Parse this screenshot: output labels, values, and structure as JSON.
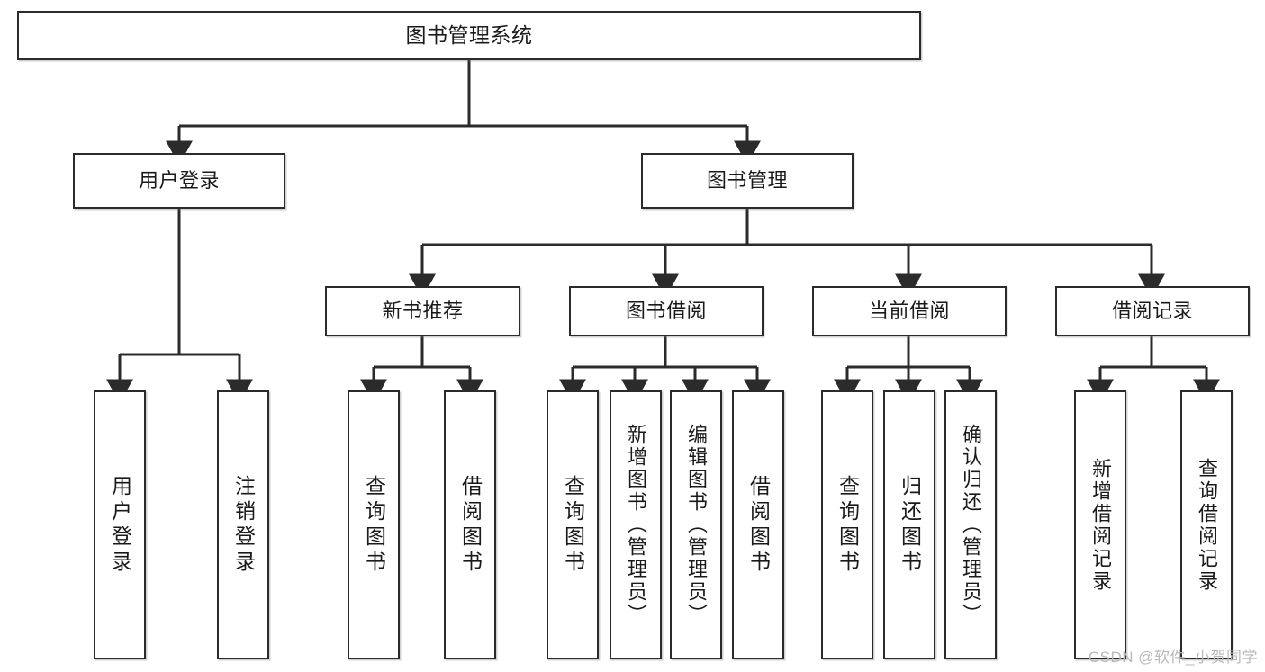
{
  "diagram": {
    "title": "图书管理系统",
    "type": "hierarchy-tree",
    "watermark": "CSDN @软件_小贺同学",
    "colors": {
      "stroke": "#2b2b2b",
      "fill": "#ffffff",
      "text": "#1a1a1a",
      "watermark": "#b9b9b9"
    },
    "levels": {
      "root": {
        "label": "图书管理系统"
      },
      "level2": [
        {
          "label": "用户登录"
        },
        {
          "label": "图书管理"
        }
      ],
      "level3": [
        {
          "label": "新书推荐"
        },
        {
          "label": "图书借阅"
        },
        {
          "label": "当前借阅"
        },
        {
          "label": "借阅记录"
        }
      ],
      "leaves": {
        "user_login": [
          {
            "label": "用户登录"
          },
          {
            "label": "注销登录"
          }
        ],
        "new_book": [
          {
            "label": "查询图书"
          },
          {
            "label": "借阅图书"
          }
        ],
        "book_borrow": [
          {
            "label": "查询图书"
          },
          {
            "label": "新增图书（管理员）"
          },
          {
            "label": "编辑图书（管理员）"
          },
          {
            "label": "借阅图书"
          }
        ],
        "current_borrow": [
          {
            "label": "查询图书"
          },
          {
            "label": "归还图书"
          },
          {
            "label": "确认归还（管理员）"
          }
        ],
        "borrow_record": [
          {
            "label": "新增借阅记录"
          },
          {
            "label": "查询借阅记录"
          }
        ]
      }
    }
  }
}
